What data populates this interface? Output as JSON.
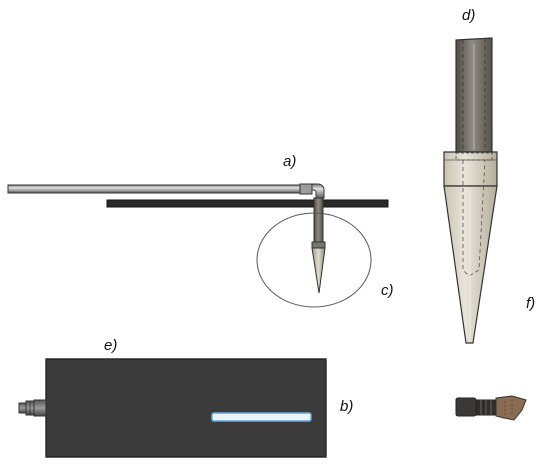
{
  "labels": {
    "a": "a)",
    "b": "b)",
    "c": "c)",
    "d": "d)",
    "e": "e)",
    "f": "f)"
  },
  "colors": {
    "tube_light": "#b8b8b8",
    "tube_dark": "#4a4a4a",
    "rail": "#2a2a2a",
    "box_body": "#3b3b3b",
    "led_glow": "#e8f4ff",
    "led_edge": "#6aa8e0",
    "cone": "#d6d1c4",
    "cone_shade": "#aaa493",
    "rod": "#6d6a63",
    "outline": "#333333"
  }
}
